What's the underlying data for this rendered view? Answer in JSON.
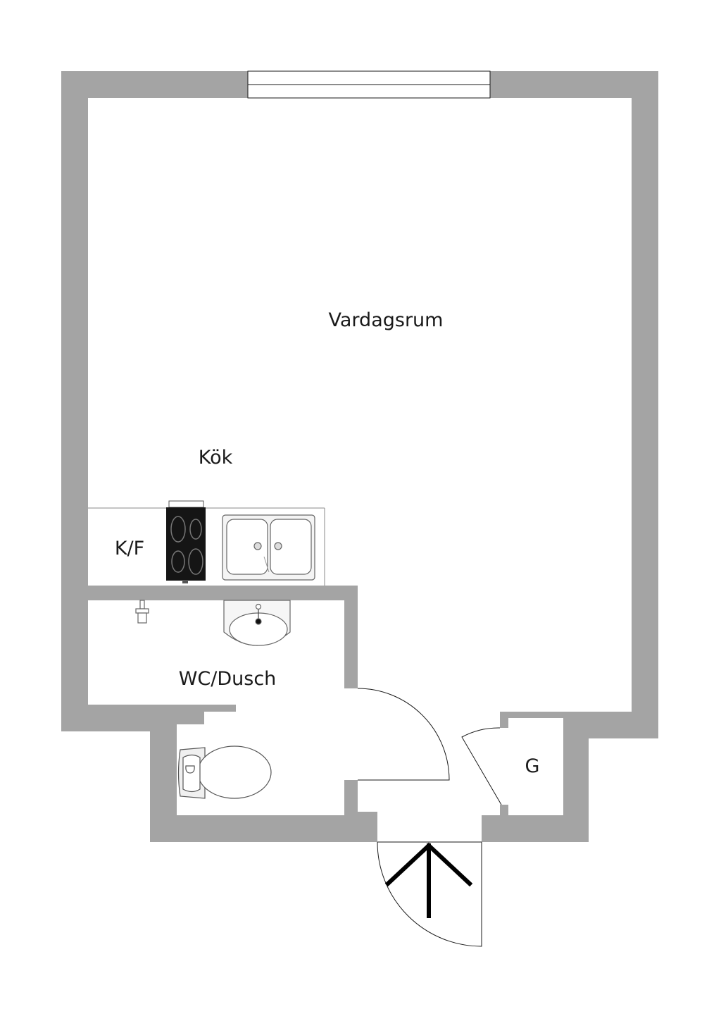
{
  "plan": {
    "rooms": {
      "living": "Vardagsrum",
      "kitchen": "Kök",
      "fridge": "K/F",
      "bathroom": "WC/Dusch",
      "wardrobe": "G"
    },
    "colors": {
      "wall": "#a4a4a4",
      "line": "#1a1a1a",
      "background": "#ffffff"
    },
    "icons": {
      "stove": "stove-icon",
      "sink": "double-sink-icon",
      "washbasin": "washbasin-icon",
      "toilet": "toilet-icon",
      "shower": "shower-head-icon",
      "entrance": "entrance-arrow-icon"
    }
  }
}
